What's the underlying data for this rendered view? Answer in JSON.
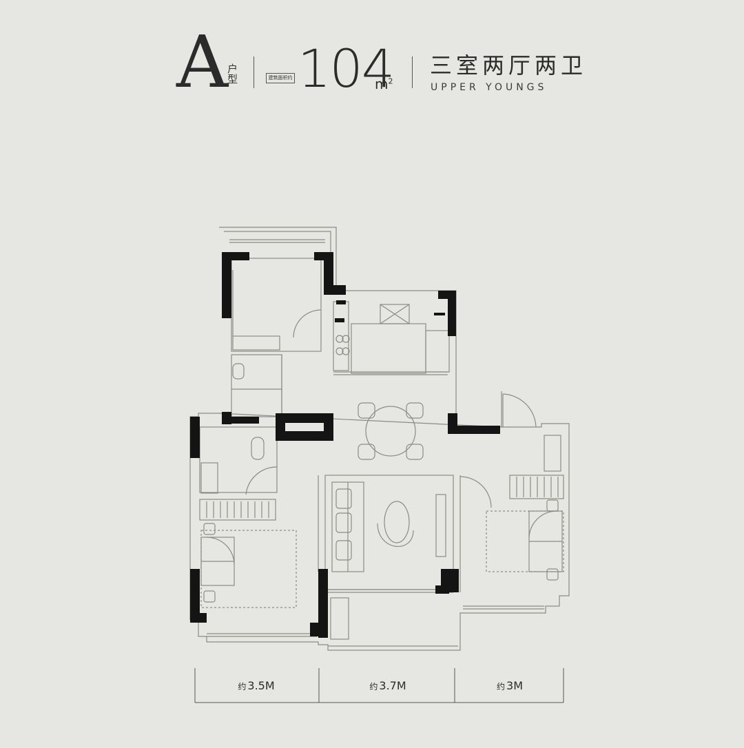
{
  "header": {
    "unit_letter": "A",
    "unit_type_label": "户型",
    "area_label": "建筑面积约",
    "area_value": "104",
    "area_unit": "m",
    "area_unit_sup": "2",
    "layout": "三室两厅两卫",
    "project": "UPPER YOUNGS"
  },
  "dimensions": [
    {
      "prefix": "约",
      "value": "3.5M"
    },
    {
      "prefix": "约",
      "value": "3.7M"
    },
    {
      "prefix": "约",
      "value": "3M"
    }
  ]
}
